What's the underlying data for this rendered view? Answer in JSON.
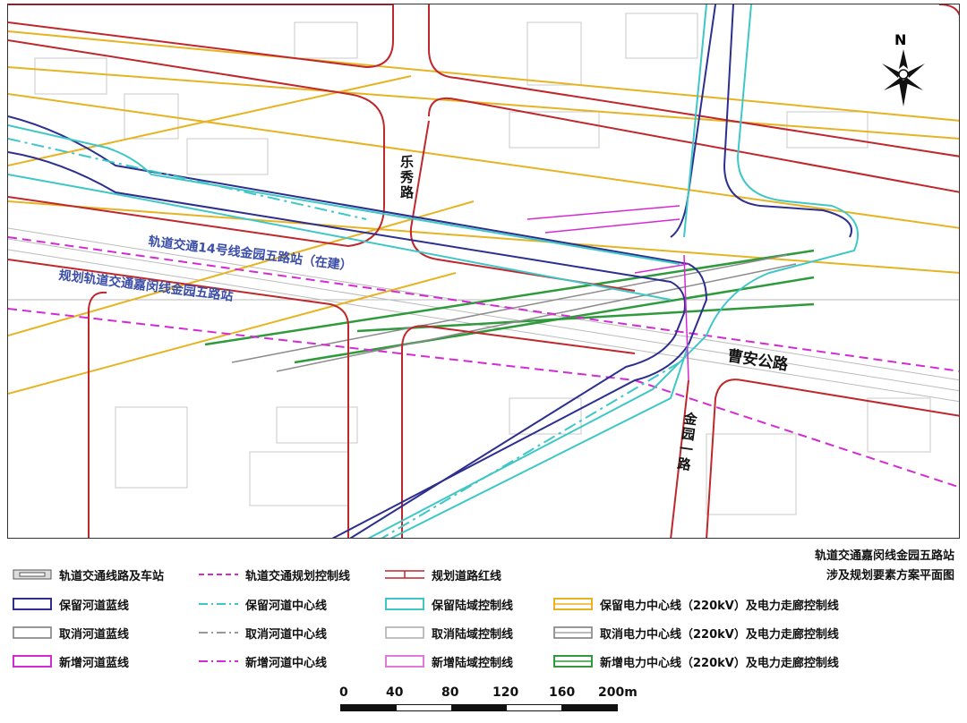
{
  "map": {
    "title_line1": "轨道交通嘉闵线金园五路站",
    "title_line2": "涉及规划要素方案平面图",
    "north_label": "N",
    "roads": {
      "lexiu": "乐秀路",
      "caoan": "曹安公路",
      "jinyuan1": "金园一路"
    },
    "stations": {
      "line14": "轨道交通14号线金园五路站（在建）",
      "jiamin": "规划轨道交通嘉闵线金园五路站"
    }
  },
  "legend": {
    "items": [
      {
        "label": "轨道交通线路及车站",
        "style": "rail"
      },
      {
        "label": "轨道交通规划控制线",
        "style": "dash-magenta"
      },
      {
        "label": "规划道路红线",
        "style": "red-road"
      },
      {
        "label": "保留河道蓝线",
        "style": "box-navy"
      },
      {
        "label": "保留河道中心线",
        "style": "dashdot-cyan"
      },
      {
        "label": "保留陆域控制线",
        "style": "box-cyan"
      },
      {
        "label": "保留电力中心线（220kV）及电力走廊控制线",
        "style": "box-gold"
      },
      {
        "label": "取消河道蓝线",
        "style": "box-gray"
      },
      {
        "label": "取消河道中心线",
        "style": "dashdot-gray"
      },
      {
        "label": "取消陆域控制线",
        "style": "box-lightgray"
      },
      {
        "label": "取消电力中心线（220kV）及电力走廊控制线",
        "style": "box-gray3"
      },
      {
        "label": "新增河道蓝线",
        "style": "box-magenta"
      },
      {
        "label": "新增河道中心线",
        "style": "dashdot-magenta"
      },
      {
        "label": "新增陆域控制线",
        "style": "box-pink"
      },
      {
        "label": "新增电力中心线（220kV）及电力走廊控制线",
        "style": "box-green"
      }
    ]
  },
  "scale": {
    "ticks": [
      "0",
      "40",
      "80",
      "120",
      "160",
      "200m"
    ]
  },
  "colors": {
    "red_line": "#c0272d",
    "gold_line": "#e6b422",
    "navy_line": "#2d2f8f",
    "cyan_line": "#3fc7c7",
    "magenta_line": "#d42ad4",
    "green_line": "#2e9a3c",
    "gray_line": "#8c8c8c",
    "station_text": "#3b4ea8"
  }
}
